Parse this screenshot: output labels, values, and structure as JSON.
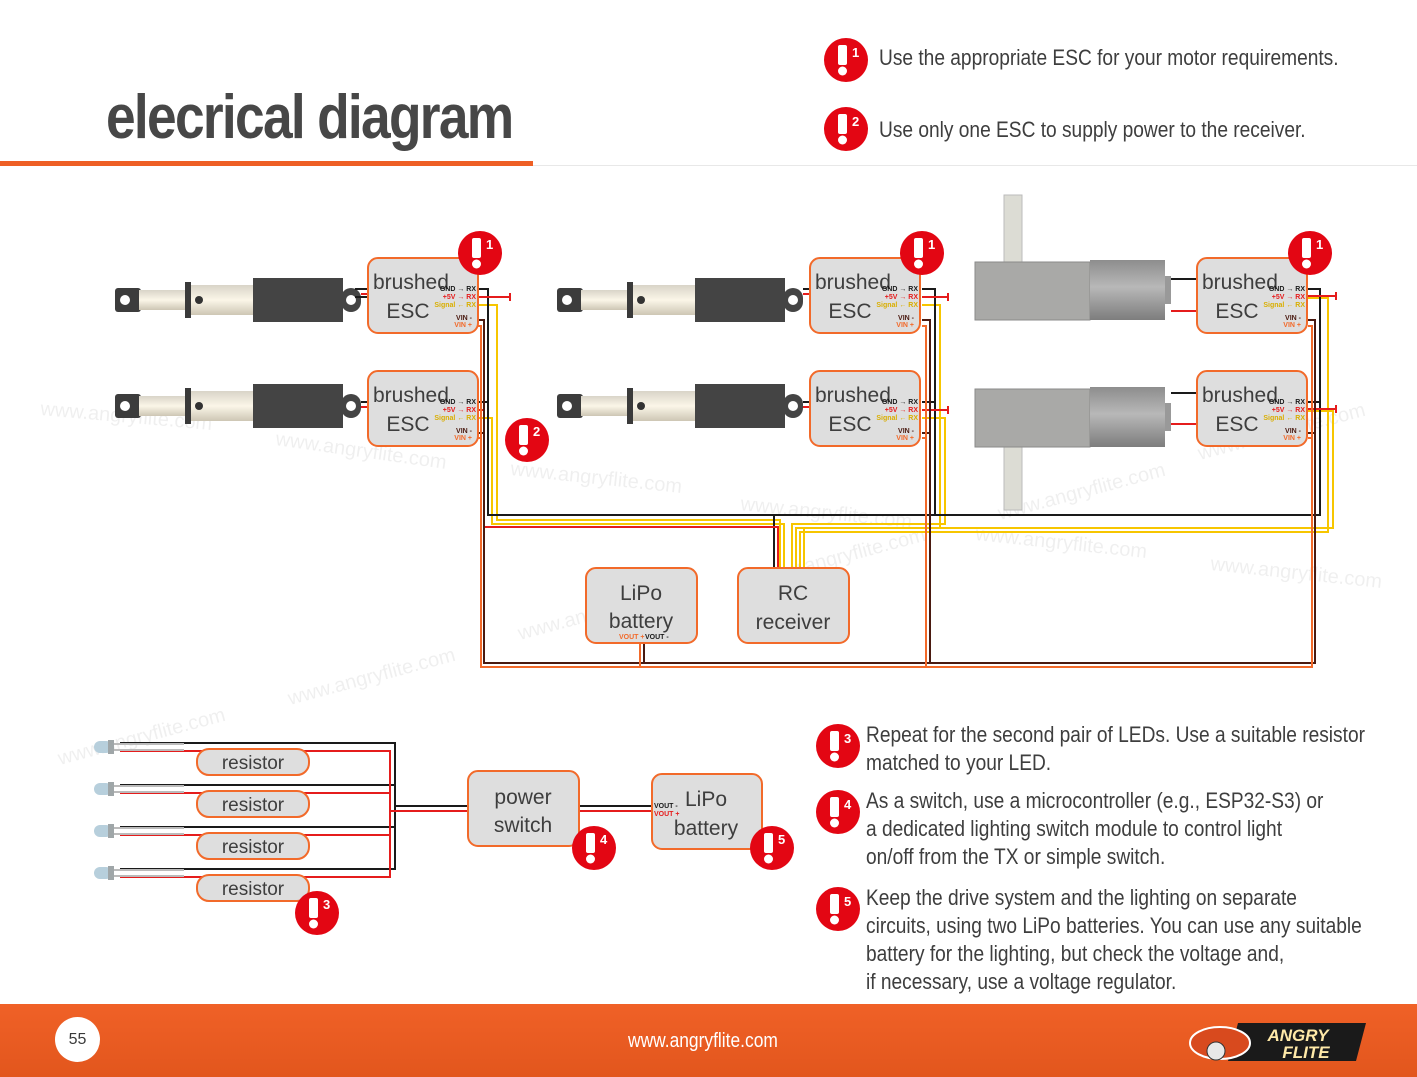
{
  "page": {
    "title": "elecrical diagram",
    "page_number": "55",
    "footer_url": "www.angryflite.com",
    "logo_text": [
      "ANGRY",
      "FLITE"
    ],
    "watermark": "www.angryflite.com"
  },
  "notes_top": [
    {
      "number": "1",
      "text": "Use the appropriate ESC for your motor requirements."
    },
    {
      "number": "2",
      "text": "Use only one ESC to supply power to the receiver."
    }
  ],
  "notes_bottom": [
    {
      "number": "3",
      "lines": [
        "Repeat for the second pair of LEDs. Use a suitable resistor",
        "matched to your LED."
      ]
    },
    {
      "number": "4",
      "lines": [
        "As a switch, use a microcontroller (e.g., ESP32-S3) or",
        "a dedicated lighting switch module to control light",
        "on/off from the TX or simple switch."
      ]
    },
    {
      "number": "5",
      "lines": [
        "Keep the drive system and the lighting on separate",
        "circuits, using two LiPo batteries. You can use any suitable",
        "battery for the lighting, but check the voltage and,",
        "if necessary, use a voltage regulator."
      ]
    }
  ],
  "esc": {
    "label_line1": "brushed",
    "label_line2": "ESC",
    "pins": {
      "gnd": "GND → RX",
      "v5": "+5V → RX",
      "signal": "Signal ← RX",
      "vin_minus": "VIN -",
      "vin_plus": "VIN +"
    }
  },
  "drive_battery": {
    "line1": "LiPo",
    "line2": "battery",
    "vout_plus": "VOUT +",
    "vout_minus": "VOUT -"
  },
  "receiver": {
    "line1": "RC",
    "line2": "receiver"
  },
  "resistor_label": "resistor",
  "power_switch": {
    "line1": "power",
    "line2": "switch"
  },
  "light_battery": {
    "line1": "LiPo",
    "line2": "battery",
    "vout_minus": "VOUT -",
    "vout_plus": "VOUT +"
  },
  "colors": {
    "accent": "#ee5f25",
    "warning_red": "#e30613",
    "wire_black": "#1a1a1a",
    "wire_red": "#e51c1c",
    "wire_yellow": "#f7c600",
    "wire_brown": "#4a1a10",
    "wire_orange": "#f26a2a",
    "box_fill": "#dedede"
  }
}
